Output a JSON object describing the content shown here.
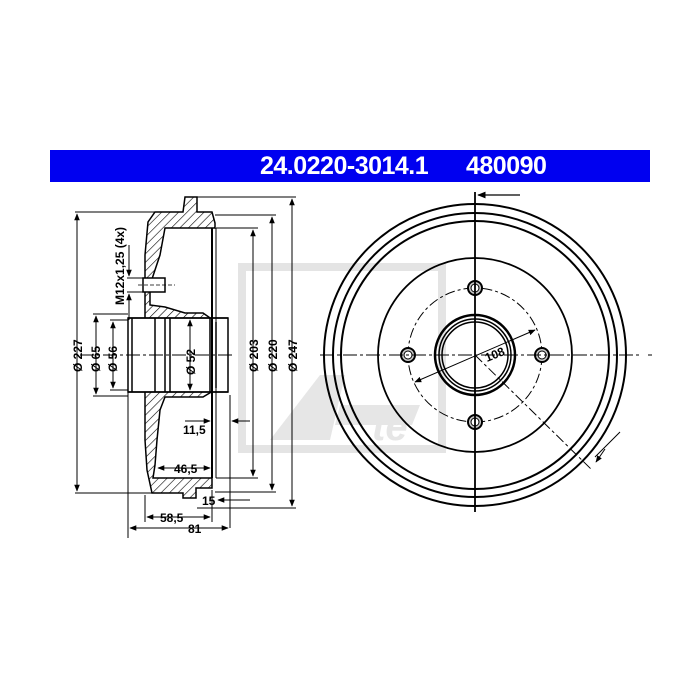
{
  "header": {
    "part_number": "24.0220-3014.1",
    "reference_number": "480090",
    "band_color": "#0000f0"
  },
  "watermark": {
    "logo": "ate-logo",
    "color": "#e6e6e6"
  },
  "section_view": {
    "thread_label": "M12x1,25 (4x)",
    "diameters": {
      "d227": "Ø 227",
      "d65": "Ø 65",
      "d56": "Ø 56",
      "d52": "Ø 52",
      "d203": "Ø 203",
      "d220": "Ø 220",
      "d247": "Ø 247"
    },
    "lengths": {
      "l11_5": "11,5",
      "l46_5": "46,5",
      "l15": "15",
      "l58_5": "58,5",
      "l81": "81"
    }
  },
  "front_view": {
    "bolt_circle_label": "108",
    "bolt_holes": 4
  }
}
